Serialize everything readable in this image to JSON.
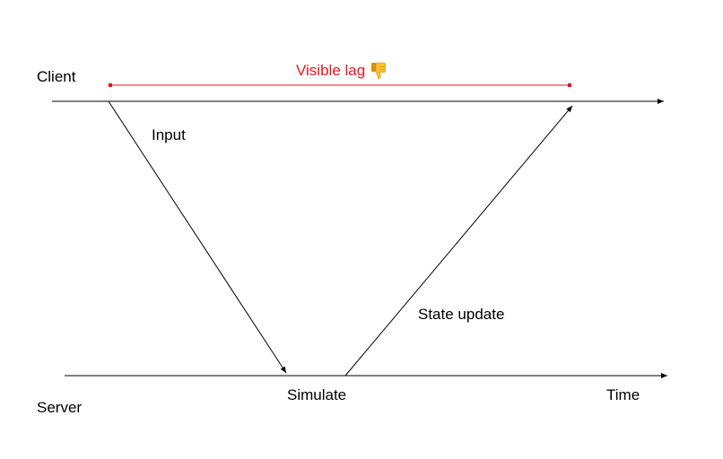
{
  "labels": {
    "client": "Client",
    "server": "Server",
    "input": "Input",
    "state_update": "State update",
    "simulate": "Simulate",
    "time": "Time",
    "visible_lag": "Visible lag"
  },
  "icons": {
    "lag_icon": "thumbs-down-icon"
  },
  "colors": {
    "lines": "#000000",
    "lag": "#e8141b",
    "thumb_fill": "#f7c12e",
    "thumb_shade": "#d98f10"
  }
}
